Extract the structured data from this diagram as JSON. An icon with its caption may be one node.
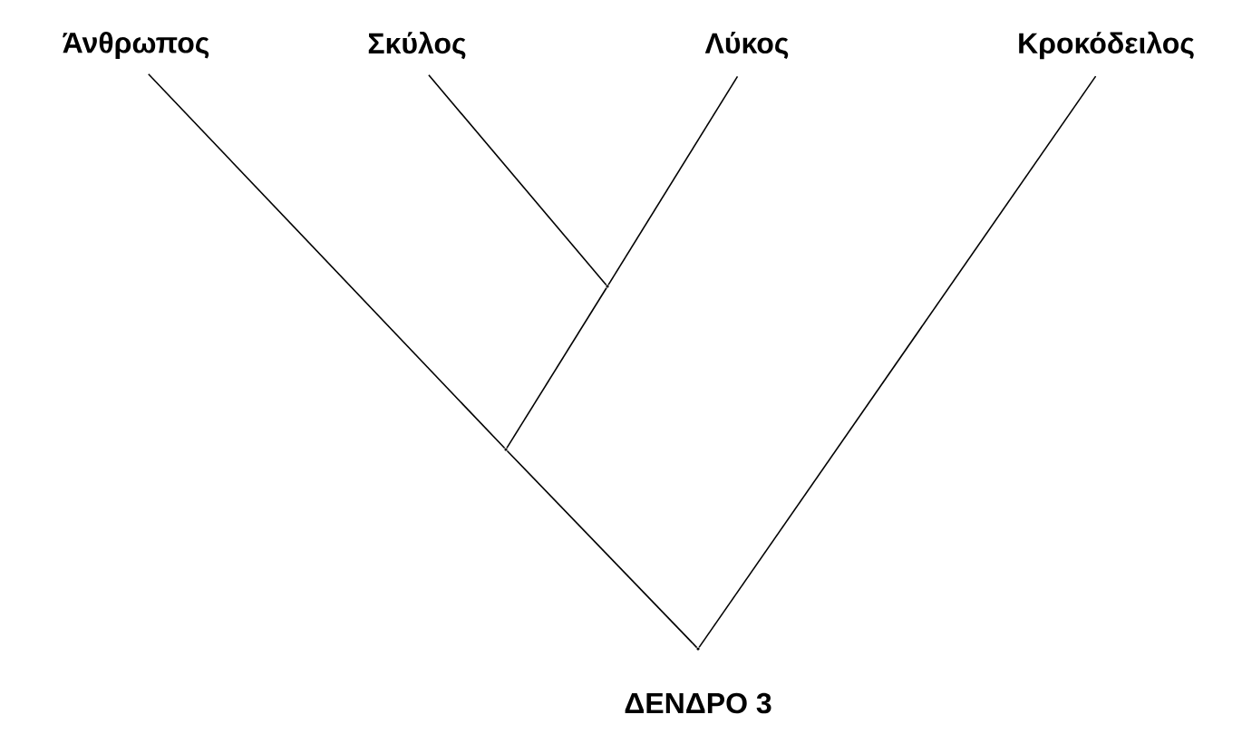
{
  "diagram": {
    "caption": "ΔΕΝΔΡΟ 3",
    "nodes": [
      {
        "text": [
          "Άνθρωπος"
        ]
      },
      {
        "text": [
          "Σκύλος"
        ]
      },
      {
        "text": [
          "Λύκος"
        ]
      },
      {
        "text": [
          "Κροκόδειλος"
        ]
      },
      {
        "text": [],
        "shape": "point"
      },
      {
        "text": [],
        "shape": "point"
      },
      {
        "text": [],
        "shape": "point"
      }
    ],
    "edges": [
      {
        "from": 1,
        "to": 4,
        "arrow": "none"
      },
      {
        "from": 2,
        "to": 4,
        "arrow": "none"
      },
      {
        "from": 4,
        "to": 5,
        "arrow": "none"
      },
      {
        "from": 0,
        "to": 5,
        "arrow": "none"
      },
      {
        "from": 5,
        "to": 6,
        "arrow": "none"
      },
      {
        "from": 3,
        "to": 6,
        "arrow": "none"
      }
    ]
  }
}
